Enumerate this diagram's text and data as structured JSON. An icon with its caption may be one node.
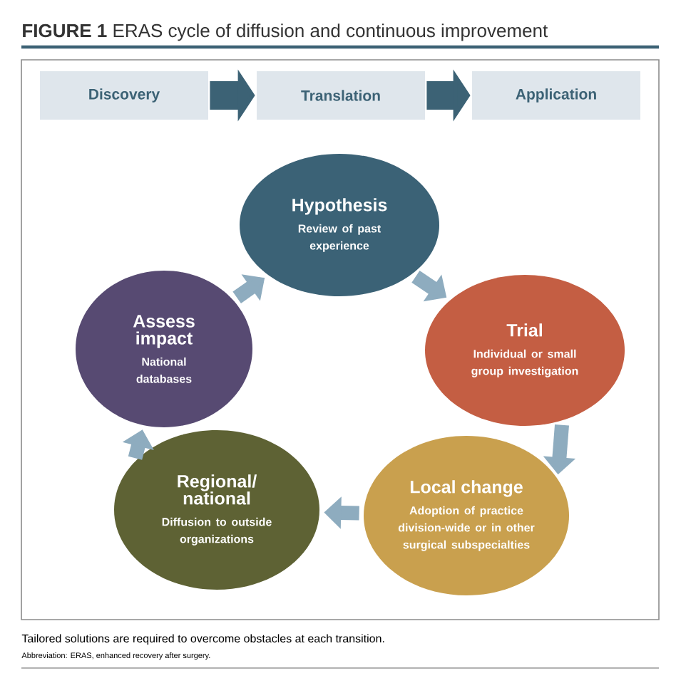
{
  "diagram": {
    "title": "**FIGURE 1** ERAS cycle of diffusion and continuous improvement",
    "nodes": [
      {
        "text": [
          "Discovery"
        ]
      },
      {
        "text": [
          "Translation"
        ]
      },
      {
        "text": [
          "Application"
        ]
      },
      {
        "text": [
          "Hypothesis",
          "Review of past experience"
        ]
      },
      {
        "text": [
          "Trial",
          "Individual or small group investigation"
        ]
      },
      {
        "text": [
          "Local change",
          "Adoption of practice division-wide or in other surgical subspecialties"
        ]
      },
      {
        "text": [
          "Regional/ national",
          "Diffusion to outside organizations"
        ]
      },
      {
        "text": [
          "Assess impact",
          "National databases"
        ]
      }
    ],
    "edges": [
      {
        "from": 0,
        "to": 1,
        "arrow": "to",
        "style": "thick",
        "color": "#3c6275"
      },
      {
        "from": 1,
        "to": 2,
        "arrow": "to",
        "style": "thick",
        "color": "#3c6275"
      },
      {
        "from": 3,
        "to": 4,
        "arrow": "to"
      },
      {
        "from": 4,
        "to": 5,
        "arrow": "to"
      },
      {
        "from": 5,
        "to": 6,
        "arrow": "to"
      },
      {
        "from": 6,
        "to": 7,
        "arrow": "to"
      },
      {
        "from": 7,
        "to": 3,
        "arrow": "to"
      }
    ],
    "caption": "Tailored solutions are required to overcome obstacles at each transition.",
    "labels": [
      "Abbreviation: ERAS, enhanced recovery after surgery."
    ]
  }
}
